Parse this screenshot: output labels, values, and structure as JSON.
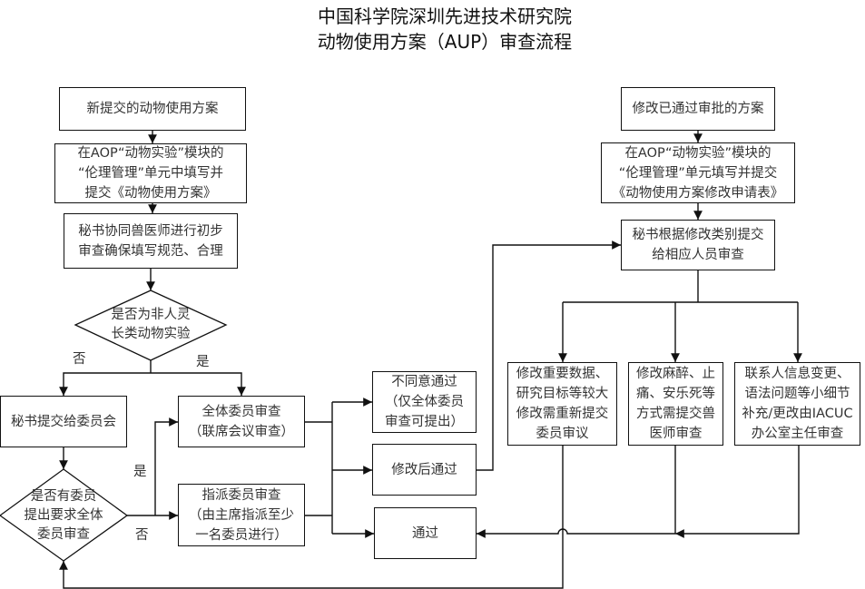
{
  "title": {
    "line1": "中国科学院深圳先进技术研究院",
    "line2": "动物使用方案（AUP）审查流程"
  },
  "left_flow": {
    "new_submission": "新提交的动物使用方案",
    "fill_form": [
      "在AOP“动物实验”模块的",
      "“伦理管理”单元中填写并",
      "提交《动物使用方案》"
    ],
    "initial_review": [
      "秘书协同兽医师进行初步",
      "审查确保填写规范、合理"
    ],
    "decision_primate": [
      "是否为非人灵",
      "长类动物实验"
    ],
    "label_no_1": "否",
    "label_yes_1": "是",
    "submit_committee": "秘书提交给委员会",
    "decision_full_review": [
      "是否有委员",
      "提出要求全体",
      "委员审查"
    ],
    "label_yes_2": "是",
    "label_no_2": "否",
    "full_committee_review": [
      "全体委员审查",
      "（联席会议审查）"
    ],
    "designated_review": [
      "指派委员审查",
      "（由主席指派至少",
      "一名委员进行）"
    ]
  },
  "outcomes": {
    "disapproved": [
      "不同意通过",
      "（仅全体委员",
      "审查可提出）"
    ],
    "approved_after_modification": "修改后通过",
    "approved": "通过"
  },
  "right_flow": {
    "modify_approved": "修改已通过审批的方案",
    "fill_modification": [
      "在AOP“动物实验”模块的",
      "“伦理管理”单元填写并提交",
      "《动物使用方案修改申请表》"
    ],
    "secretary_route": [
      "秘书根据修改类别提交",
      "给相应人员审查"
    ],
    "major_changes": [
      "修改重要数据、",
      "研究目标等较大",
      "修改需重新提交",
      "委员审议"
    ],
    "anesthesia_changes": [
      "修改麻醉、止",
      "痛、安乐死等",
      "方式需提交兽",
      "医师审查"
    ],
    "minor_changes": [
      "联系人信息变更、",
      "语法问题等小细节",
      "补充/更改由IACUC",
      "办公室主任审查"
    ]
  }
}
